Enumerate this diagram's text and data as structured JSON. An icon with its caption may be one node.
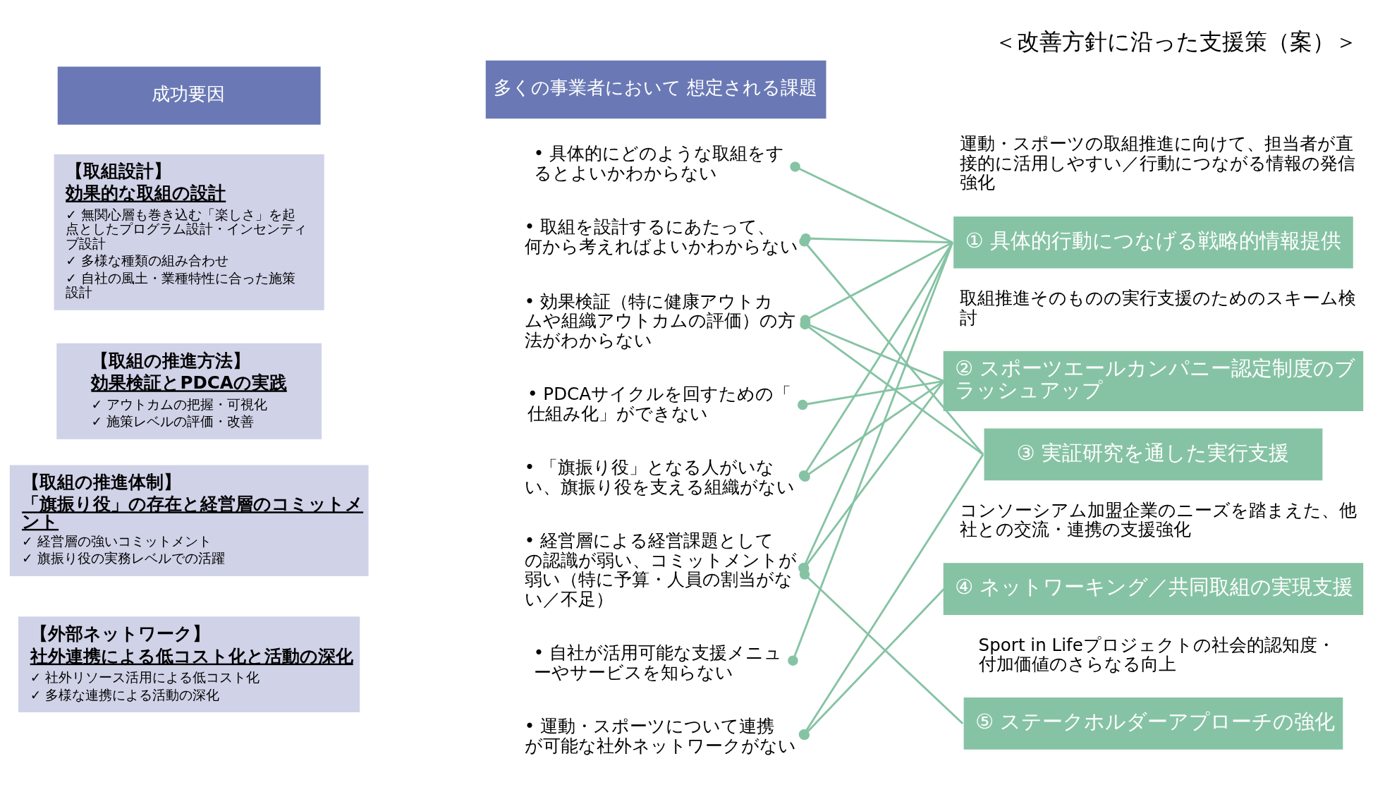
{
  "diagram": {
    "title": "＜改善方針に沿った支援策（案）＞",
    "nodes": [
      {
        "text": [
          "成功要因"
        ]
      },
      {
        "text": [
          "多くの事業者において 想定される課題"
        ]
      },
      {
        "text": [
          "【取組設計】",
          "効果的な取組の設計",
          "✓ 無関心層も巻き込む「楽しさ」を起点としたプログラム設計・インセンティブ設計",
          "✓ 多様な種類の組み合わせ",
          "✓ 自社の風土・業種特性に合った施策設計"
        ]
      },
      {
        "text": [
          "• 具体的にどのような取組をするとよいかわからない"
        ]
      },
      {
        "text": [
          "• 取組を設計するにあたって、何から考えればよいかわからない"
        ]
      },
      {
        "text": [
          "【取組の推進方法】",
          "効果検証とPDCAの実践",
          "✓ アウトカムの把握・可視化",
          "✓ 施策レベルの評価・改善"
        ]
      },
      {
        "text": [
          "• 効果検証（特に健康アウトカムや組織アウトカムの評価）の方法がわからない"
        ]
      },
      {
        "text": [
          "• PDCAサイクルを回すための「仕組み化」ができない"
        ]
      },
      {
        "text": [
          "【取組の推進体制】",
          "「旗振り役」の存在と経営層のコミットメント",
          "✓ 経営層の強いコミットメント",
          "✓ 旗振り役の実務レベルでの活躍"
        ]
      },
      {
        "text": [
          "• 「旗振り役」となる人がいない、旗振り役を支える組織がない"
        ]
      },
      {
        "text": [
          "• 経営層による経営課題としての認識が弱い、コミットメントが弱い（特に予算・人員の割当がない／不足）"
        ]
      },
      {
        "text": [
          "【外部ネットワーク】",
          "社外連携による低コスト化と活動の深化",
          "✓ 社外リソース活用による低コスト化",
          "✓ 多様な連携による活動の深化"
        ]
      },
      {
        "text": [
          "• 自社が活用可能な支援メニューやサービスを知らない"
        ]
      },
      {
        "text": [
          "• 運動・スポーツについて連携が可能な社外ネットワークがない"
        ]
      },
      {
        "text": [
          "① 具体的行動につなげる戦略的情報提供"
        ]
      },
      {
        "text": [
          "② スポーツエールカンパニー認定制度のブラッシュアップ"
        ]
      },
      {
        "text": [
          "③ 実証研究を通した実行支援"
        ]
      },
      {
        "text": [
          "④ ネットワーキング／共同取組の実現支援"
        ]
      },
      {
        "text": [
          "⑤ ステークホルダーアプローチの強化"
        ]
      }
    ],
    "edges": [
      {
        "from": 3,
        "to": 14,
        "arrow": "other"
      },
      {
        "from": 4,
        "to": 14,
        "arrow": "other"
      },
      {
        "from": 4,
        "to": 16,
        "arrow": "other"
      },
      {
        "from": 6,
        "to": 14,
        "arrow": "other"
      },
      {
        "from": 6,
        "to": 15,
        "arrow": "other"
      },
      {
        "from": 6,
        "to": 16,
        "arrow": "other"
      },
      {
        "from": 7,
        "to": 15,
        "arrow": "other"
      },
      {
        "from": 9,
        "to": 14,
        "arrow": "other"
      },
      {
        "from": 9,
        "to": 15,
        "arrow": "other"
      },
      {
        "from": 10,
        "to": 14,
        "arrow": "other"
      },
      {
        "from": 10,
        "to": 15,
        "arrow": "other"
      },
      {
        "from": 10,
        "to": 18,
        "arrow": "other"
      },
      {
        "from": 12,
        "to": 14,
        "arrow": "other"
      },
      {
        "from": 13,
        "to": 16,
        "arrow": "other"
      },
      {
        "from": 13,
        "to": 17,
        "arrow": "other"
      }
    ],
    "labels": [
      "運動・スポーツの取組推進に向けて、担当者が直接的に活用しやすい／行動につながる情報の発信強化",
      "取組推進そのものの実行支援のためのスキーム検討",
      "コンソーシアム加盟企業のニーズを踏まえた、他社との交流・連携の支援強化",
      "Sport in Lifeプロジェクトの社会的認知度・付加価値のさらなる向上"
    ]
  }
}
